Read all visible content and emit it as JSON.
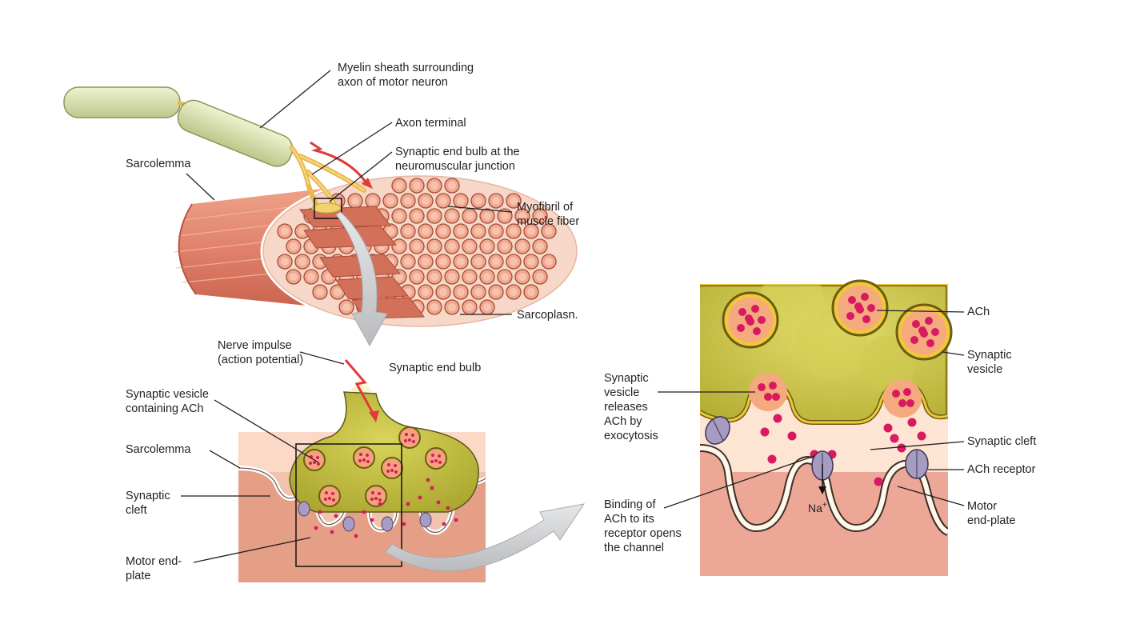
{
  "labels": {
    "myelin": "Myelin sheath surrounding\naxon of motor neuron",
    "axon_terminal": "Axon terminal",
    "end_bulb_nmj": "Synaptic end bulb at the\nneuromuscular junction",
    "sarcolemma_top": "Sarcolemma",
    "myofibril": "Myofibril of\nmuscle fiber",
    "sarcoplasm": "Sarcoplasn.",
    "nerve_impulse": "Nerve impulse\n(action potential)",
    "end_bulb": "Synaptic end bulb",
    "vesicle_ach": "Synaptic vesicle\ncontaining ACh",
    "sarcolemma_mid": "Sarcolemma",
    "cleft_mid": "Synaptic\ncleft",
    "motor_end_plate_mid": "Motor end-\nplate",
    "ach": "ACh",
    "synaptic_vesicle": "Synaptic\nvesicle",
    "releases": "Synaptic\nvesicle\nreleases\nACh by\nexocytosis",
    "cleft_right": "Synaptic cleft",
    "ach_receptor": "ACh receptor",
    "binding": "Binding of\nACh to its\nreceptor opens\nthe channel",
    "motor_end_plate_right": "Motor\nend-plate",
    "na": "Na",
    "na_sup": "+"
  },
  "colors": {
    "muscle": "#e08a6e",
    "muscle_dark": "#c9654d",
    "myelin": "#d6e0a8",
    "axon": "#e8b84a",
    "bulb": "#b8b43a",
    "cleft": "#fde6d6",
    "sarcoplasm": "#efa99a",
    "ach": "#d81b60",
    "arrow": "#c7c9cc",
    "impulse": "#e23a3a"
  }
}
